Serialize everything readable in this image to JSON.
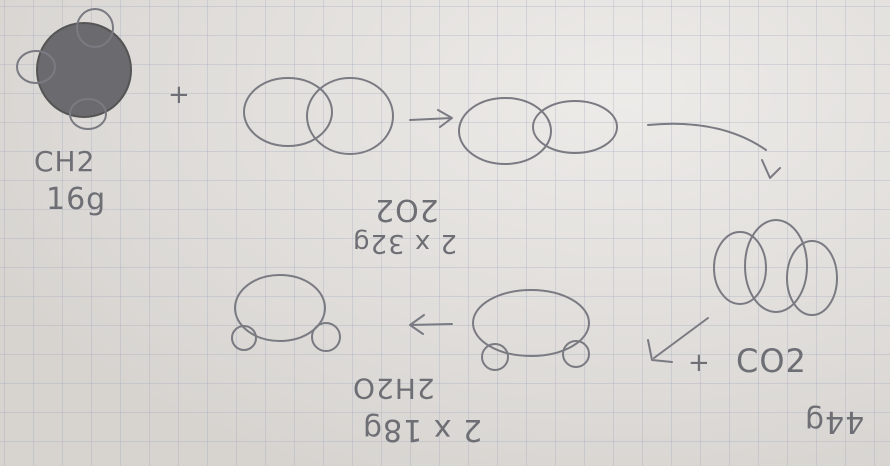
{
  "labels": {
    "plus_top": "+",
    "methane_formula": "CH2",
    "methane_mass": "16g",
    "oxygen_formula": "2O2",
    "oxygen_mass": "2 x 32g",
    "co2_formula": "CO2",
    "co2_mass": "44g",
    "plus_bottom": "+",
    "water_formula": "2H2O",
    "water_mass": "2 x 18g"
  },
  "colors": {
    "paper": "#e4e1dd",
    "pencil": "#7a7a82",
    "carbon_fill": "#6b6b6f",
    "grid": "#96a0b9"
  }
}
